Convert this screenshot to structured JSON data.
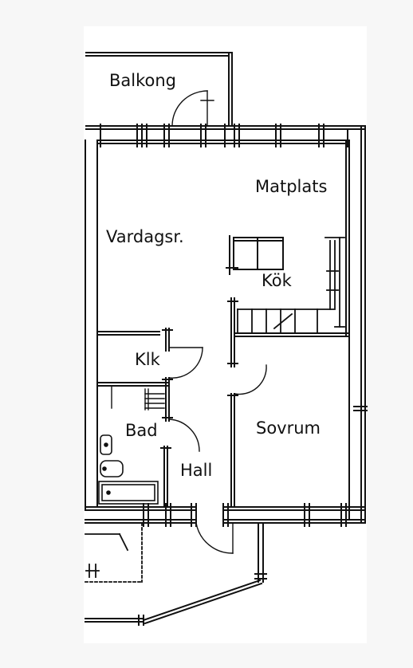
{
  "plan": {
    "line_color": "#111111",
    "rooms": {
      "balkong": "Balkong",
      "matplats": "Matplats",
      "vardagsrum": "Vardagsr.",
      "kok": "Kök",
      "klk": "Klk",
      "bad": "Bad",
      "sovrum": "Sovrum",
      "hall": "Hall"
    }
  }
}
